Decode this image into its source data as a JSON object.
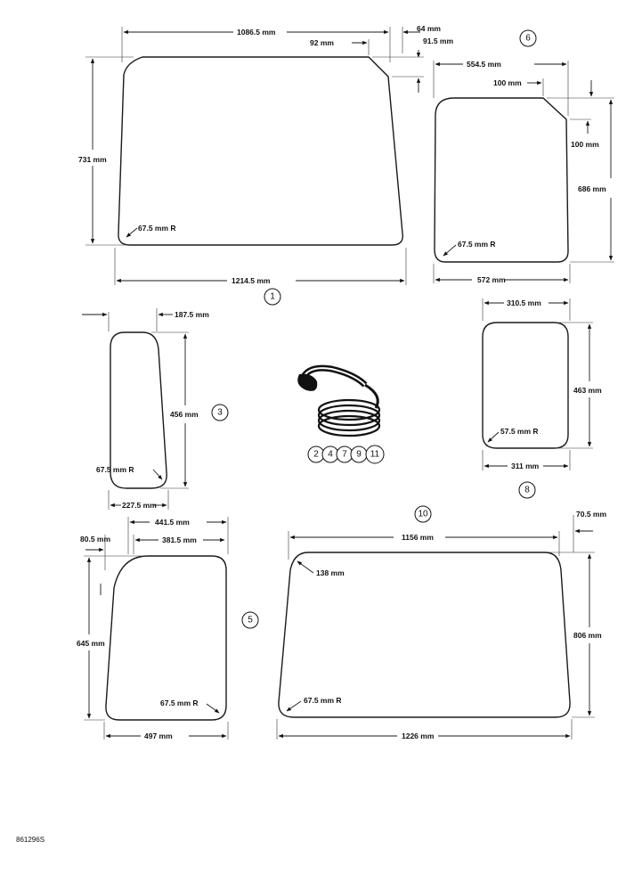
{
  "panel1": {
    "callout": "1",
    "width_top": "1086.5 mm",
    "offset_right": "64 mm",
    "chamfer_h": "92 mm",
    "chamfer_v": "91.5 mm",
    "height": "731 mm",
    "radius": "67.5 mm R",
    "width_bottom": "1214.5 mm"
  },
  "panel6": {
    "callout": "6",
    "width_top": "554.5 mm",
    "chamfer_h": "100 mm",
    "chamfer_v": "100 mm",
    "height": "686 mm",
    "radius": "67.5 mm R",
    "width_bottom": "572 mm"
  },
  "panel3": {
    "callout": "3",
    "offset_top": "187.5 mm",
    "height": "456 mm",
    "radius": "67.5 mm R",
    "width_bottom": "227.5 mm"
  },
  "panel8": {
    "callout": "8",
    "width_top": "310.5 mm",
    "height": "463 mm",
    "radius": "57.5 mm R",
    "width_bottom": "311 mm"
  },
  "seal": {
    "callouts": [
      "2",
      "4",
      "7",
      "9",
      "11"
    ]
  },
  "panel5": {
    "callout": "5",
    "width_top": "441.5 mm",
    "offset_left": "80.5 mm",
    "inner_width": "381.5 mm",
    "height": "645 mm",
    "radius": "67.5 mm R",
    "width_bottom": "497 mm"
  },
  "panel10": {
    "callout": "10",
    "offset_right": "70.5 mm",
    "width_top": "1156 mm",
    "corner": "138 mm",
    "height": "806 mm",
    "radius": "67.5 mm R",
    "width_bottom": "1226 mm"
  },
  "footer": {
    "part_number": "861296S"
  }
}
